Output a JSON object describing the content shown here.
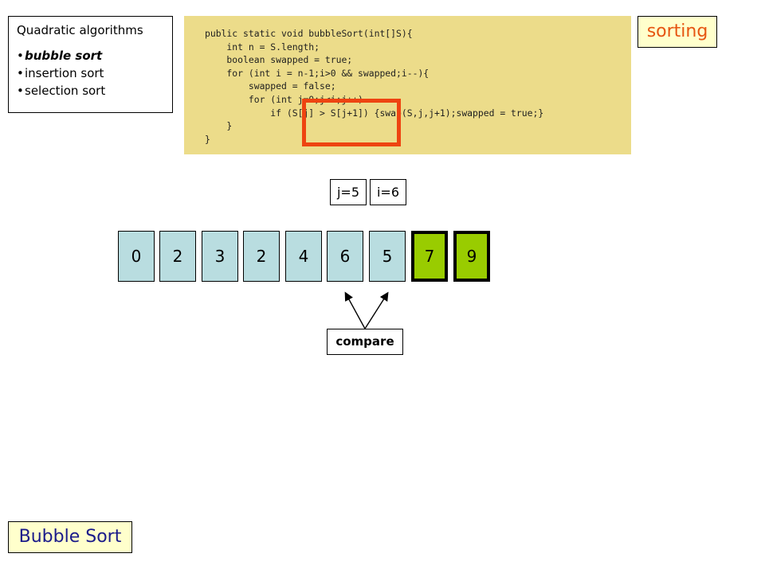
{
  "topic": "sorting",
  "title": "Bubble Sort",
  "algorithms": {
    "heading": "Quadratic algorithms",
    "items": [
      {
        "label": "bubble sort",
        "current": true
      },
      {
        "label": "insertion sort",
        "current": false
      },
      {
        "label": "selection sort",
        "current": false
      }
    ]
  },
  "code_lines": [
    "public static void bubbleSort(int[]S){",
    "    int n = S.length;",
    "    boolean swapped = true;",
    "    for (int i = n-1;i>0 && swapped;i--){",
    "        swapped = false;",
    "        for (int j=0;j<i;j++)",
    "            if (S[j] > S[j+1]) {swap(S,j,j+1);swapped = true;}",
    "    }",
    "}"
  ],
  "vars": {
    "j": "j=5",
    "i": "i=6"
  },
  "array": [
    {
      "value": "0",
      "sorted": false
    },
    {
      "value": "2",
      "sorted": false
    },
    {
      "value": "3",
      "sorted": false
    },
    {
      "value": "2",
      "sorted": false
    },
    {
      "value": "4",
      "sorted": false
    },
    {
      "value": "6",
      "sorted": false
    },
    {
      "value": "5",
      "sorted": false
    },
    {
      "value": "7",
      "sorted": true
    },
    {
      "value": "9",
      "sorted": true
    }
  ],
  "compare_label": "compare",
  "colors": {
    "cell": "#b9dde0",
    "sorted_cell": "#99cc00",
    "highlight": "#ee4411",
    "code_bg": "#ecdc8a",
    "topic_text": "#e65511",
    "title_text": "#1a1a8a"
  }
}
